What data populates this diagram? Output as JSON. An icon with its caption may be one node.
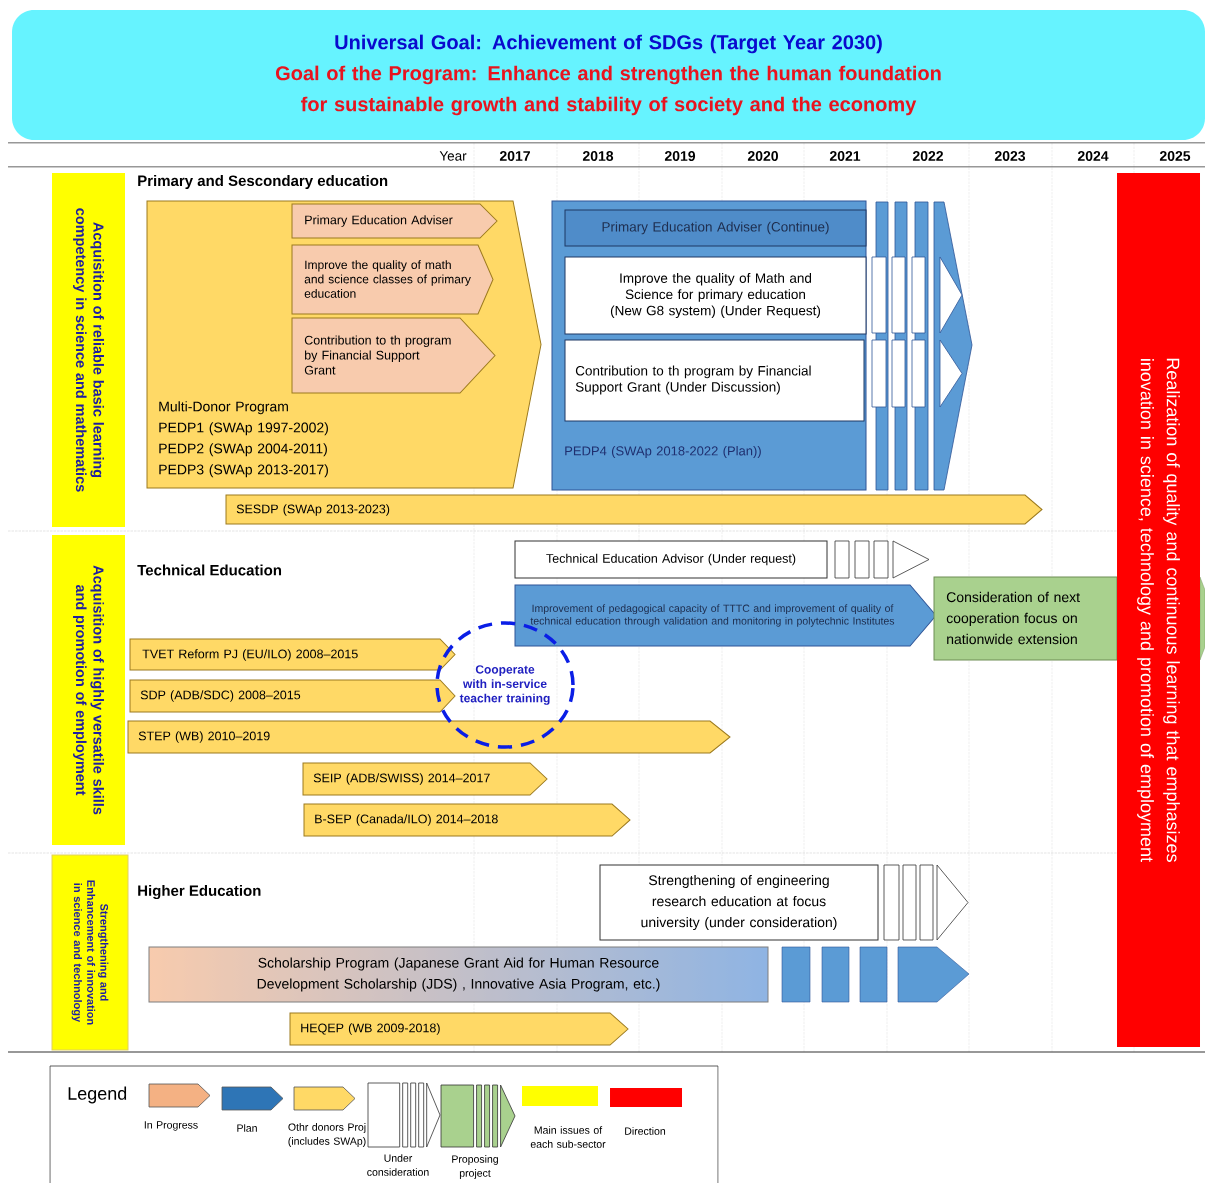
{
  "diagram": {
    "nodes": [
      {
        "text": [
          "Universal Goal: Achievement of SDGs (Target Year 2030)",
          "Goal of the Program: Enhance and strengthen the human foundation for sustainable growth and stability of society and the economy"
        ]
      },
      {
        "text": [
          "Acquisition of reliable basic learning competency in science and mathematics"
        ]
      },
      {
        "text": [
          "Multi-Donor Program",
          "PEDP1 (SWAp 1997-2002)",
          "PEDP2 (SWAp 2004-2011)",
          "PEDP3 (SWAp 2013-2017)"
        ]
      },
      {
        "text": [
          "Primary Education Adviser"
        ],
        "in": 2
      },
      {
        "text": [
          "Improve the quality of math and science classes of primary education"
        ],
        "in": 2
      },
      {
        "text": [
          "Contribution to th program by Financial Support Grant"
        ],
        "in": 2
      },
      {
        "text": [
          "PEDP4 (SWAp 2018-2022 (Plan))"
        ]
      },
      {
        "text": [
          "Primary Education Adviser (Continue)"
        ],
        "in": 6
      },
      {
        "text": [
          "Improve the quality of Math and Science for primary education (New G8 system) (Under Request)"
        ],
        "in": 6
      },
      {
        "text": [
          "Contribution to th program by Financial Support Grant (Under Discussion)"
        ],
        "in": 6
      },
      {
        "text": [
          "SESDP (SWAp 2013-2023)"
        ]
      },
      {
        "text": [
          "Acquisition of highly versatile skills and promotion of employment"
        ]
      },
      {
        "text": [
          "Technical Education Advisor (Under request)"
        ]
      },
      {
        "text": [
          "Improvement of pedagogical capacity of TTTC and improvement of quality of technical education through validation and monitoring in polytechnic Institutes"
        ]
      },
      {
        "text": [
          "Consideration of next cooperation focus on nationwide extension"
        ]
      },
      {
        "text": [
          "TVET Reform PJ (EU/ILO) 2008–2015"
        ]
      },
      {
        "text": [
          "SDP (ADB/SDC) 2008–2015"
        ]
      },
      {
        "text": [
          "STEP (WB) 2010–2019"
        ]
      },
      {
        "text": [
          "SEIP (ADB/SWISS) 2014–2017"
        ]
      },
      {
        "text": [
          "B-SEP (Canada/ILO) 2014–2018"
        ]
      },
      {
        "text": [
          "Cooperate with in-service teacher training"
        ]
      },
      {
        "text": [
          "Strengthening and Enhancement of innovation in science and technology"
        ]
      },
      {
        "text": [
          "Strengthening of engineering research education at focus university (under consideration)"
        ]
      },
      {
        "text": [
          "Scholarship Program (Japanese Grant Aid for Human Resource Development Scholarship (JDS) , Innovative Asia Program, etc.)"
        ]
      },
      {
        "text": [
          "HEQEP (WB 2009-2018)"
        ]
      },
      {
        "text": [
          "Realization of quality and continuous learning that emphasizes inovation in science, technology and promotion of employment"
        ]
      }
    ],
    "labels": [
      "Year",
      "2017",
      "2018",
      "2019",
      "2020",
      "2021",
      "2022",
      "2023",
      "2024",
      "2025",
      "Primary and Sescondary education",
      "Technical Education",
      "Higher Education",
      "Legend"
    ],
    "legend": [
      {
        "text": "In Progress",
        "color": "#f4b183"
      },
      {
        "text": "Plan",
        "color": "#2e75b6"
      },
      {
        "text": "Othr donors Proj (includes SWAp)",
        "color": "#ffd966"
      },
      {
        "text": "Under consideration"
      },
      {
        "text": "Proposing project",
        "color": "#a9d18e"
      },
      {
        "text": "Main issues of each sub-sector",
        "color": "#ffff00"
      },
      {
        "text": "Direction",
        "color": "#ff0000"
      }
    ]
  }
}
